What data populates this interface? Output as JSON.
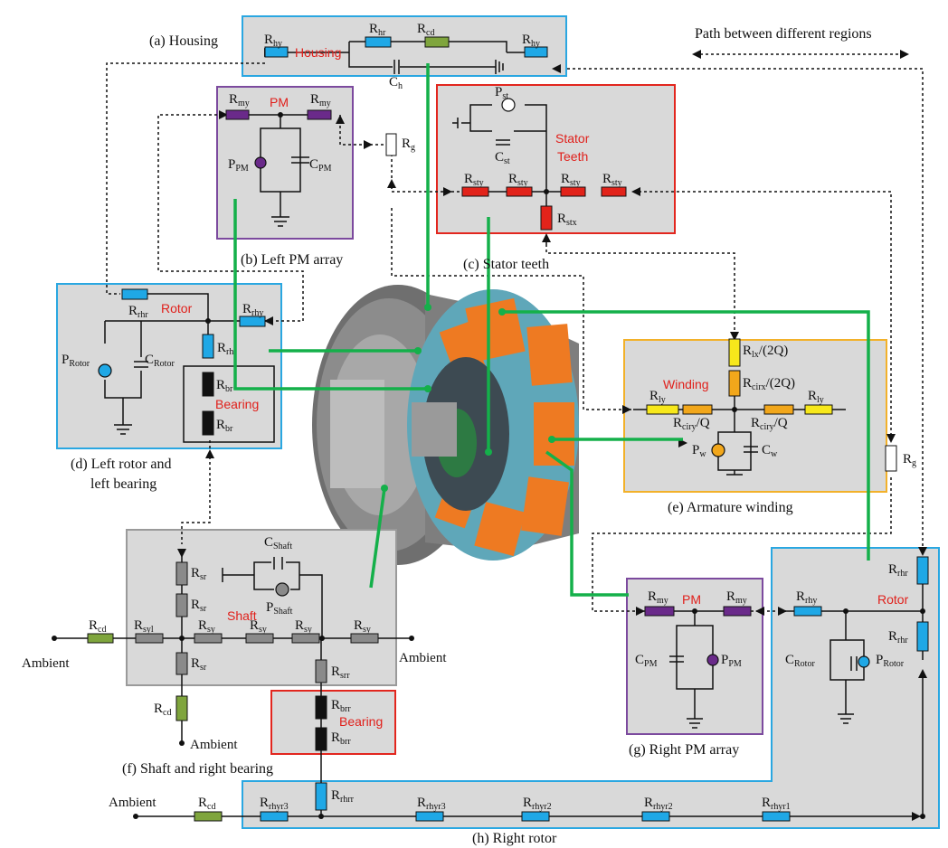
{
  "colors": {
    "panel_gray": "#d9d9d9",
    "blue_border": "#2aa7e1",
    "purple_border": "#7c4a9e",
    "red_border": "#e2261e",
    "orange_border": "#f2b12a",
    "gray_border": "#9a9a9a",
    "res_blue": "#1fa8e6",
    "res_purple": "#6a2a8a",
    "res_red": "#e2231a",
    "res_yellow": "#f7e81b",
    "res_orange": "#f2a71b",
    "res_gray": "#8a8a8a",
    "res_black": "#111111",
    "res_green": "#7fa53d",
    "connector_green": "#14b04a",
    "label_red": "#e0201b"
  },
  "legend": {
    "text": "Path between different regions"
  },
  "captions": {
    "a": "(a) Housing",
    "b": "(b) Left PM array",
    "c": "(c) Stator teeth",
    "d1": "(d) Left rotor and",
    "d2": "left bearing",
    "e": "(e) Armature winding",
    "f": "(f) Shaft and right bearing",
    "g": "(g) Right PM array",
    "h": "(h) Right rotor"
  },
  "region_labels": {
    "housing": "Housing",
    "pm_left": "PM",
    "stator1": "Stator",
    "stator2": "Teeth",
    "rotor_left": "Rotor",
    "bearing_left": "Bearing",
    "winding": "Winding",
    "shaft": "Shaft",
    "bearing_right": "Bearing",
    "pm_right": "PM",
    "rotor_right": "Rotor"
  },
  "ambient": {
    "left": "Ambient",
    "right": "Ambient",
    "bottom": "Ambient",
    "rotor": "Ambient"
  },
  "symbols": {
    "housing": [
      "R",
      "hy",
      "R",
      "hr",
      "R",
      "cd",
      "C",
      "h",
      "R",
      "hy"
    ],
    "pm_left": [
      "R",
      "my",
      "R",
      "my",
      "P",
      "PM",
      "C",
      "PM",
      "R",
      "g"
    ],
    "stator": [
      "P",
      "st",
      "C",
      "st",
      "R",
      "sty",
      "R",
      "sty",
      "R",
      "sty",
      "R",
      "sty",
      "R",
      "stx"
    ],
    "rotor_left": [
      "R",
      "rhr",
      "R",
      "rhy",
      "R",
      "rh",
      "P",
      "Rotor",
      "C",
      "Rotor",
      "R",
      "br",
      "R",
      "br"
    ],
    "winding": [
      "R",
      "lx",
      "/(2Q)",
      "R",
      "cirx",
      "/(2Q)",
      "R",
      "ly",
      "R",
      "ciry",
      "/Q",
      "R",
      "ciry",
      "/Q",
      "R",
      "ly",
      "P",
      "w",
      "C",
      "w",
      "R",
      "g"
    ],
    "shaft": [
      "C",
      "Shaft",
      "P",
      "Shaft",
      "R",
      "sr",
      "R",
      "sr",
      "R",
      "sr",
      "R",
      "cd",
      "R",
      "syl",
      "R",
      "sy",
      "R",
      "sy",
      "R",
      "sy",
      "R",
      "sy",
      "R",
      "cd",
      "R",
      "srr",
      "R",
      "brr",
      "R",
      "brr"
    ],
    "pm_right": [
      "R",
      "my",
      "R",
      "my",
      "C",
      "PM",
      "P",
      "PM"
    ],
    "rotor_right": [
      "R",
      "rhr",
      "R",
      "rhr",
      "R",
      "rhy",
      "C",
      "Rotor",
      "P",
      "Rotor"
    ],
    "rotor_bottom": [
      "R",
      "cd",
      "R",
      "rhyr3",
      "R",
      "rhyr3",
      "R",
      "rhyr2",
      "R",
      "rhyr2",
      "R",
      "rhyr1",
      "R",
      "rhrr"
    ]
  }
}
